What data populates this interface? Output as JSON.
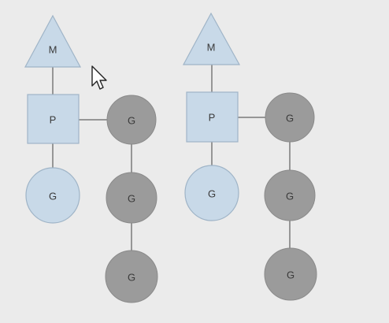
{
  "diagram": {
    "colors": {
      "background": "#ebebeb",
      "light_fill": "#c8d9e8",
      "light_stroke": "#9fb4c7",
      "dark_fill": "#9b9b9b",
      "dark_stroke": "#8a8a8a",
      "edge": "#7a7a7a",
      "label": "#3a3a3a"
    },
    "left_group": {
      "m_label": "M",
      "p_label": "P",
      "g_attached_label": "G",
      "g_running_label": "G",
      "g_queue": [
        "G",
        "G"
      ]
    },
    "right_group": {
      "m_label": "M",
      "p_label": "P",
      "g_attached_label": "G",
      "g_running_label": "G",
      "g_queue": [
        "G",
        "G"
      ]
    },
    "cursor_icon": "mouse-pointer-icon"
  }
}
